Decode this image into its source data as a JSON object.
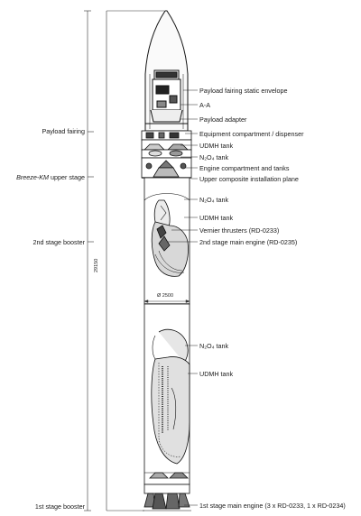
{
  "diagram": {
    "left_labels": {
      "payload_fairing": "Payload fairing",
      "upper_stage_name": "Breeze-KM",
      "upper_stage_suffix": " upper stage",
      "second_stage": "2nd stage booster",
      "first_stage": "1st stage booster"
    },
    "right_labels": {
      "fairing_envelope": "Payload fairing static envelope",
      "section_aa": "A-A",
      "payload_adapter": "Payload adapter",
      "equipment_compartment": "Equipment compartment / dispenser",
      "udmh_tank_upper": "UDMH tank",
      "n2o4_tank_upper": "N₂O₄ tank",
      "engine_compartment": "Engine compartment and tanks",
      "upper_composite_plane": "Upper composite installation plane",
      "n2o4_tank_stage2": "N₂O₄ tank",
      "udmh_tank_stage2": "UDMH tank",
      "vernier_thrusters": "Vernier thrusters (RD-0233)",
      "stage2_main_engine": "2nd stage main engine (RD-0235)",
      "n2o4_tank_stage1": "N₂O₄ tank",
      "udmh_tank_stage1": "UDMH tank",
      "stage1_main_engine": "1st stage main engine (3 x RD-0233, 1 x RD-0234)"
    },
    "dimensions": {
      "overall_length": "29150",
      "diameter": "Ø 2500"
    }
  }
}
